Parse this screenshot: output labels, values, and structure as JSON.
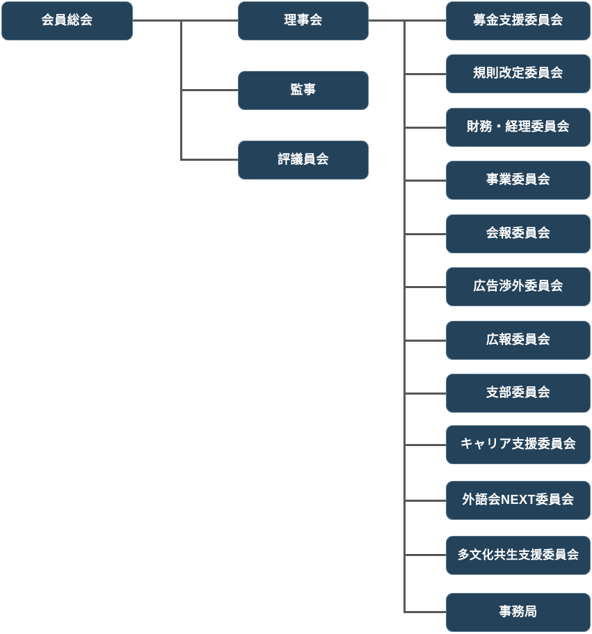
{
  "diagram": {
    "type": "org-chart",
    "nodes": {
      "root": {
        "label": "会員総会"
      },
      "level2": [
        {
          "label": "理事会"
        },
        {
          "label": "監事"
        },
        {
          "label": "評議員会"
        }
      ],
      "committees": [
        {
          "label": "募金支援委員会"
        },
        {
          "label": "規則改定委員会"
        },
        {
          "label": "財務・経理委員会"
        },
        {
          "label": "事業委員会"
        },
        {
          "label": "会報委員会"
        },
        {
          "label": "広告渉外委員会"
        },
        {
          "label": "広報委員会"
        },
        {
          "label": "支部委員会"
        },
        {
          "label": "キャリア支援委員会"
        },
        {
          "label": "外語会NEXT委員会"
        },
        {
          "label": "多文化共生支援委員会"
        },
        {
          "label": "事務局"
        }
      ]
    },
    "colors": {
      "box_fill": "#24425a",
      "box_border": "#5d7a90",
      "box_text": "#ffffff",
      "connector": "#565656",
      "background": "#ffffff"
    }
  }
}
